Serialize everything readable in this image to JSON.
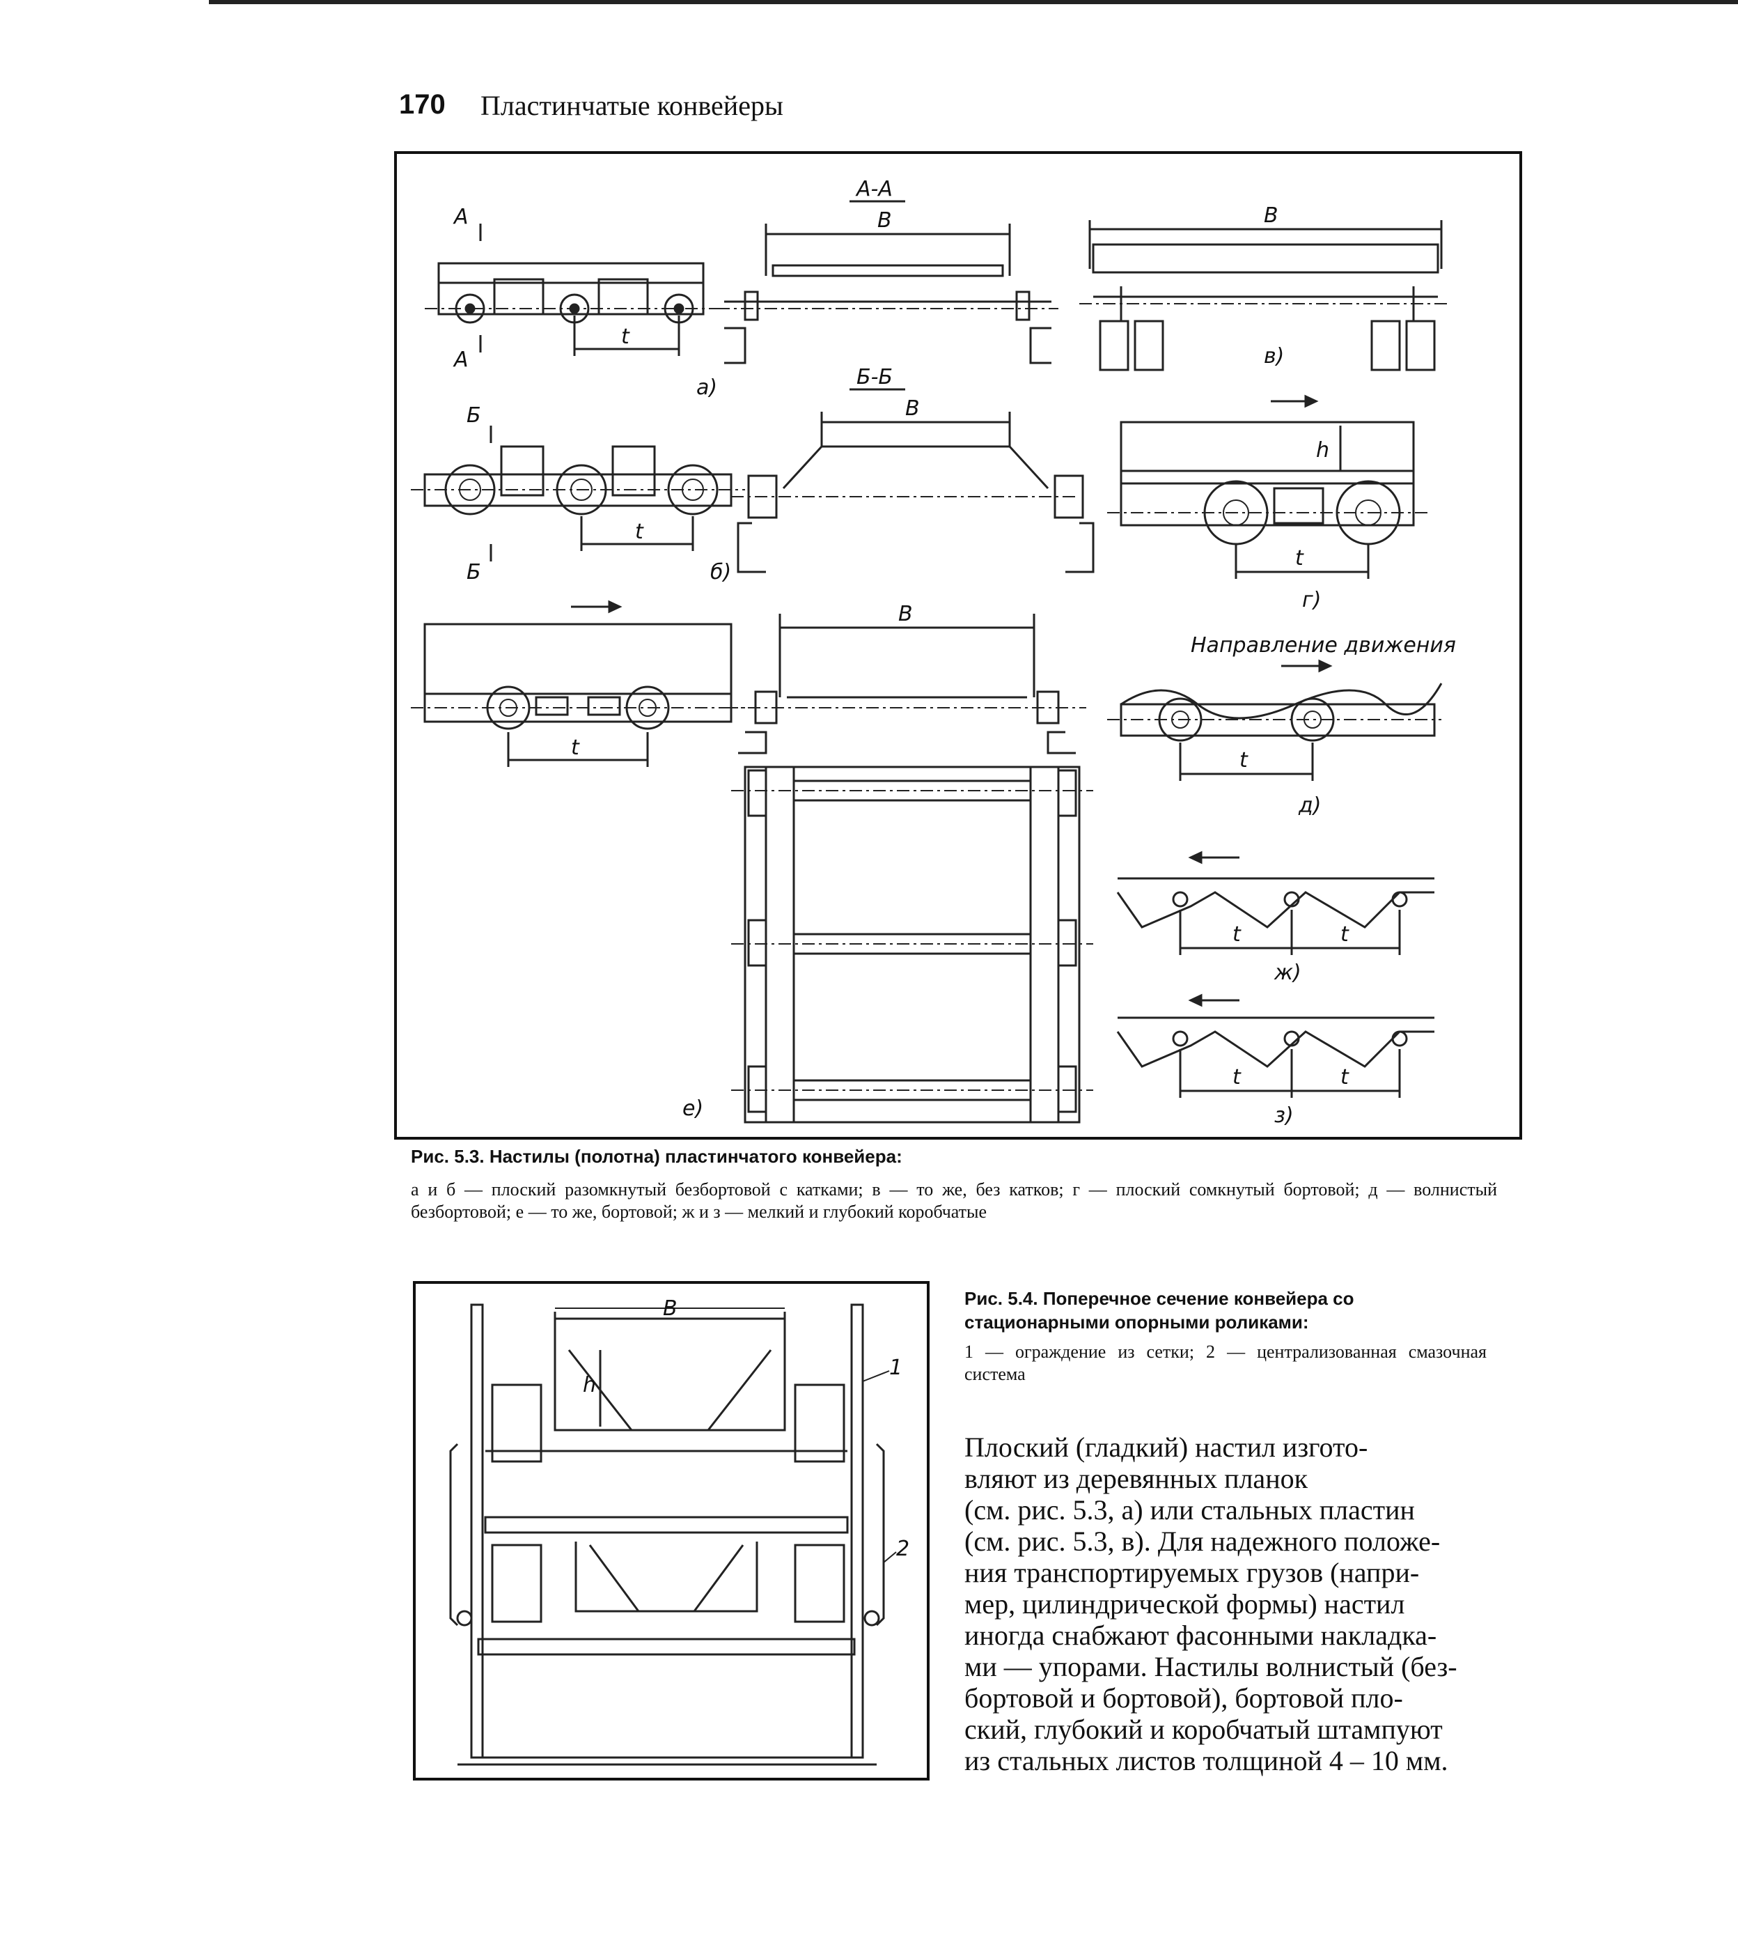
{
  "header": {
    "page_number": "170",
    "running_title": "Пластинчатые конвейеры"
  },
  "fig53": {
    "labels": {
      "section_aa": "А-А",
      "section_bb": "Б-Б",
      "a": "А",
      "b": "Б",
      "dim_B": "В",
      "dim_t": "t",
      "dim_h": "h",
      "direction": "Направление движения",
      "part_a": "а)",
      "part_b": "б)",
      "part_v": "в)",
      "part_g": "г)",
      "part_d": "д)",
      "part_e": "е)",
      "part_zh": "ж)",
      "part_z": "з)"
    },
    "caption_title": "Рис. 5.3. Настилы (полотна) пластинчатого конвейера:",
    "caption_legend": "а и б — плоский разомкнутый безбортовой с катками; в — то же, без катков; г — плоский сомкнутый бортовой; д — волнистый безбортовой; е — то же, бортовой; ж и з — мелкий и глубокий коробчатые"
  },
  "fig54": {
    "labels": {
      "dim_B": "В",
      "dim_h": "h",
      "callout_1": "1",
      "callout_2": "2"
    },
    "caption_title": "Рис. 5.4. Поперечное сечение конвейера со стационарными опорными роликами:",
    "caption_legend": "1 — ограждение из сетки; 2 — централизованная смазочная система"
  },
  "body_text": [
    "Плоский (гладкий) настил изгото-",
    "вляют из деревянных планок",
    "(см. рис. 5.3, а) или стальных пластин",
    "(см. рис. 5.3, в). Для надежного положе-",
    "ния транспортируемых грузов (напри-",
    "мер, цилиндрической формы) настил",
    "иногда снабжают фасонными накладка-",
    "ми — упорами. Настилы волнистый (без-",
    "бортовой и бортовой), бортовой пло-",
    "ский, глубокий и коробчатый штампуют",
    "из стальных листов толщиной 4 – 10 мм."
  ]
}
